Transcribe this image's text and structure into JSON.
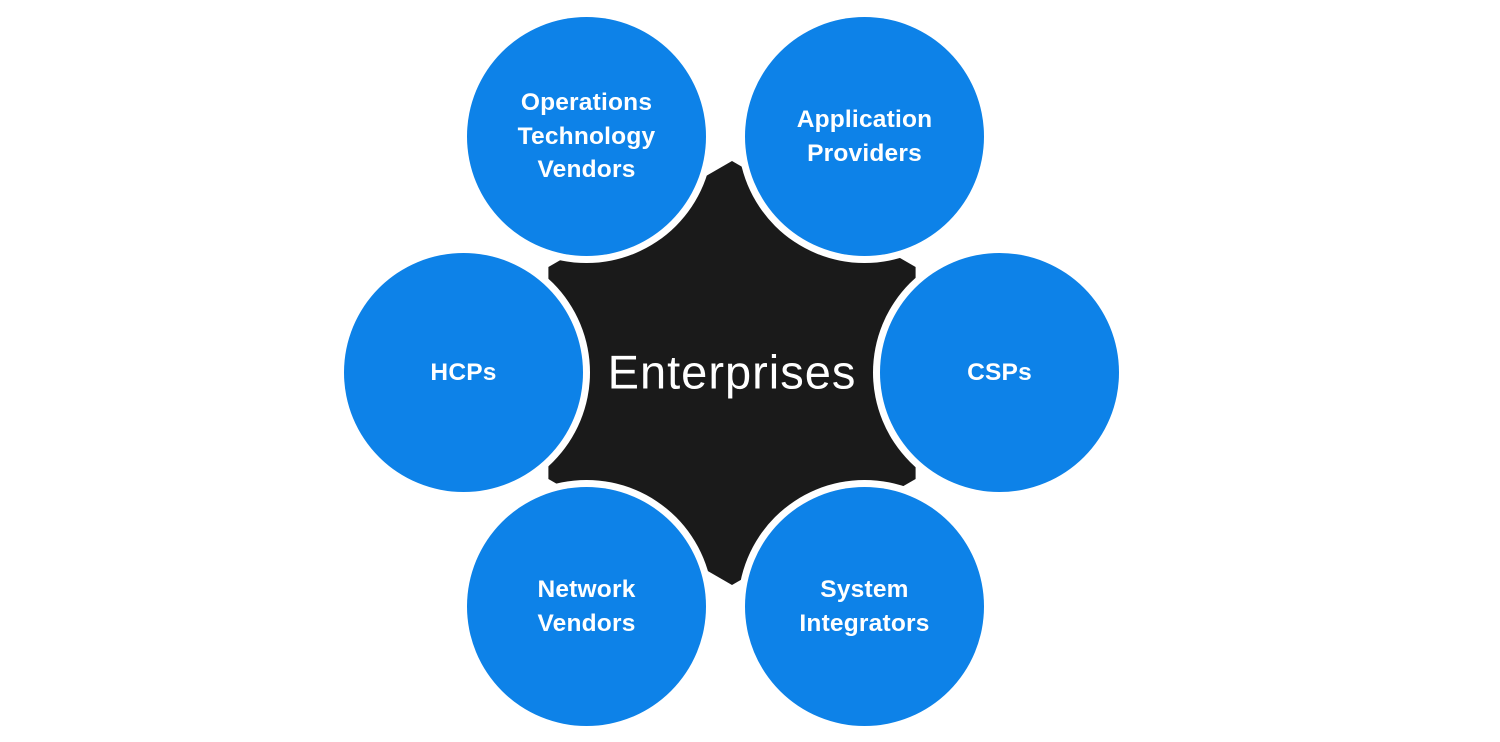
{
  "diagram": {
    "center": {
      "label": "Enterprises"
    },
    "nodes": [
      {
        "id": "operations-technology-vendors",
        "label": "Operations\nTechnology\nVendors",
        "position": "top-left"
      },
      {
        "id": "application-providers",
        "label": "Application\nProviders",
        "position": "top-right"
      },
      {
        "id": "hcps",
        "label": "HCPs",
        "position": "left"
      },
      {
        "id": "csps",
        "label": "CSPs",
        "position": "right"
      },
      {
        "id": "network-vendors",
        "label": "Network\nVendors",
        "position": "bottom-left"
      },
      {
        "id": "system-integrators",
        "label": "System\nIntegrators",
        "position": "bottom-right"
      }
    ],
    "colors": {
      "node_fill": "#0d82e8",
      "node_ring": "#ffffff",
      "center_fill": "#1a1a1a",
      "text": "#ffffff",
      "background": "#ffffff"
    }
  }
}
